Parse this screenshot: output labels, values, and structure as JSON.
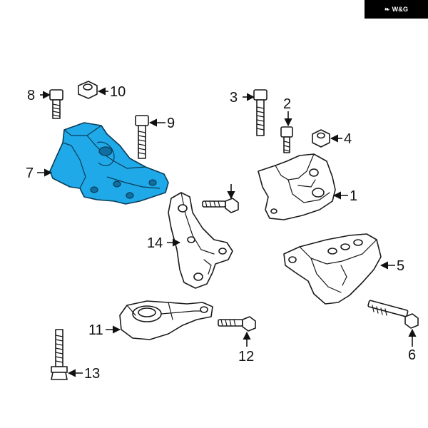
{
  "brand": {
    "logo_icon": "wings-logo-icon",
    "text": "W&G"
  },
  "highlight_color": "#1fa9e8",
  "parts": [
    {
      "id": "1",
      "label": "1"
    },
    {
      "id": "2",
      "label": "2"
    },
    {
      "id": "3",
      "label": "3"
    },
    {
      "id": "4",
      "label": "4"
    },
    {
      "id": "5",
      "label": "5"
    },
    {
      "id": "6",
      "label": "6"
    },
    {
      "id": "7",
      "label": "7",
      "highlighted": true
    },
    {
      "id": "8",
      "label": "8"
    },
    {
      "id": "9",
      "label": "9"
    },
    {
      "id": "10",
      "label": "10"
    },
    {
      "id": "11",
      "label": "11"
    },
    {
      "id": "12",
      "label": "12"
    },
    {
      "id": "13",
      "label": "13"
    },
    {
      "id": "14",
      "label": "14"
    }
  ]
}
